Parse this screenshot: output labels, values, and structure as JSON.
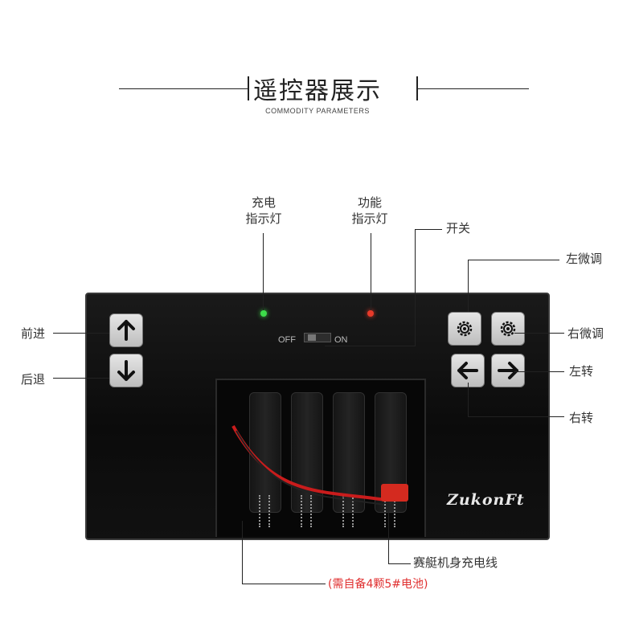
{
  "header": {
    "title": "遥控器展示",
    "subtitle": "COMMODITY PARAMETERS"
  },
  "labels": {
    "charge_led_line1": "充电",
    "charge_led_line2": "指示灯",
    "func_led_line1": "功能",
    "func_led_line2": "指示灯",
    "power_switch": "开关",
    "left_trim": "左微调",
    "right_trim": "右微调",
    "left_turn": "左转",
    "right_turn": "右转",
    "forward": "前进",
    "backward": "后退",
    "boat_charge_cable": "赛艇机身充电线",
    "battery_note": "(需自备4颗5#电池)"
  },
  "remote": {
    "switch_off": "OFF",
    "switch_on": "ON",
    "brand_logo": "ZukonFt"
  },
  "colors": {
    "charge_led": "#3ddc4a",
    "func_led": "#e83a2a",
    "note_text": "#e03030"
  },
  "icons": {
    "forward": "arrow-up-icon",
    "backward": "arrow-down-icon",
    "left_turn": "arrow-left-icon",
    "right_turn": "arrow-right-icon",
    "left_trim": "gear-icon",
    "right_trim": "gear-icon"
  }
}
